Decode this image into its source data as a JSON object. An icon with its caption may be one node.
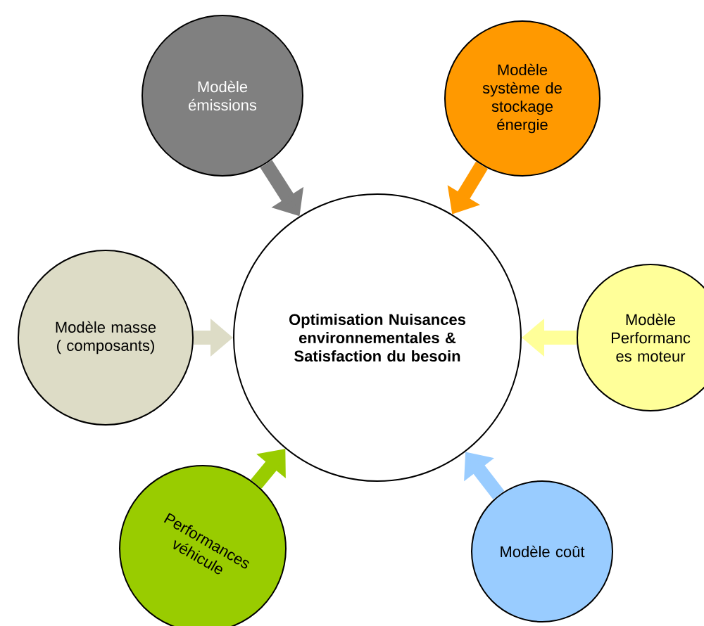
{
  "diagram": {
    "nodes": [
      {
        "text": [
          "Optimisation Nuisances environnementales & Satisfaction du besoin"
        ]
      },
      {
        "text": [
          "Modèle émissions"
        ]
      },
      {
        "text": [
          "Modèle système de stockage énergie"
        ]
      },
      {
        "text": [
          "Modèle masse ( composants)"
        ]
      },
      {
        "text": [
          "Modèle Performanc es moteur"
        ]
      },
      {
        "text": [
          "Performances véhicule"
        ]
      },
      {
        "text": [
          "Modèle coût"
        ]
      }
    ],
    "edges": [
      {
        "from": 1,
        "to": 0,
        "arrow": "to",
        "color": "#7f7f7f"
      },
      {
        "from": 2,
        "to": 0,
        "arrow": "to",
        "color": "#ff9900"
      },
      {
        "from": 3,
        "to": 0,
        "arrow": "to",
        "color": "#dddcc6"
      },
      {
        "from": 4,
        "to": 0,
        "arrow": "to",
        "color": "#ffff99"
      },
      {
        "from": 5,
        "to": 0,
        "arrow": "to",
        "color": "#99cc00"
      },
      {
        "from": 6,
        "to": 0,
        "arrow": "to",
        "color": "#99ccff"
      }
    ]
  }
}
